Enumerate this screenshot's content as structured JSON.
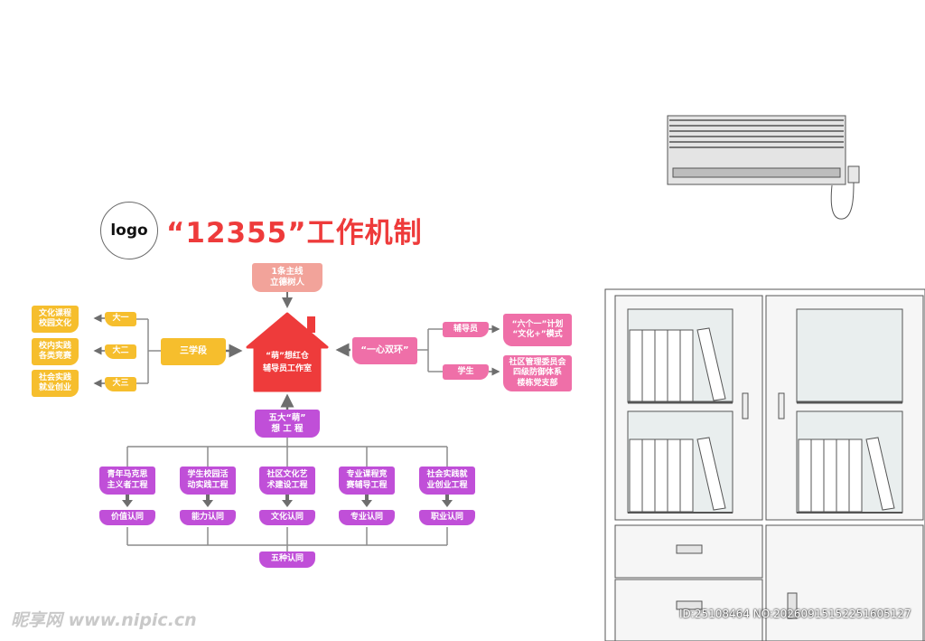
{
  "logo": "logo",
  "title": "“12355”工作机制",
  "center": {
    "text": "“萌”想红仓\n辅导员工作室"
  },
  "top_box": "1条主线\n立德树人",
  "left": {
    "hub": "三学段",
    "levels": [
      "大一",
      "大二",
      "大三"
    ],
    "outcomes": [
      "文化课程\n校园文化",
      "校内实践\n各类竞赛",
      "社会实践\n就业创业"
    ]
  },
  "right": {
    "hub": "“一心双环”",
    "roles": [
      "辅导员",
      "学生"
    ],
    "outcomes": [
      "“六个一”计划\n“文化+”模式",
      "社区管理委员会\n四级防御体系\n楼栋党支部"
    ]
  },
  "bottom": {
    "hub": "五大“萌”\n想 工 程",
    "projects": [
      "青年马克思\n主义者工程",
      "学生校园活\n动实践工程",
      "社区文化艺\n术建设工程",
      "专业课程竞\n赛辅导工程",
      "社会实践就\n业创业工程"
    ],
    "recognitions": [
      "价值认同",
      "能力认同",
      "文化认同",
      "专业认同",
      "职业认同"
    ],
    "summary": "五种认同"
  },
  "watermark": {
    "left": "昵享网 www.nipic.cn",
    "right": "ID:25108464 NO:20260915152251605127"
  },
  "colors": {
    "title": "#ee3b3b",
    "yellow": "#f6be2d",
    "purple": "#c04fd8",
    "pink": "#ef6fa8",
    "house": "#ee3b3b",
    "line": "#8c8c8c"
  }
}
